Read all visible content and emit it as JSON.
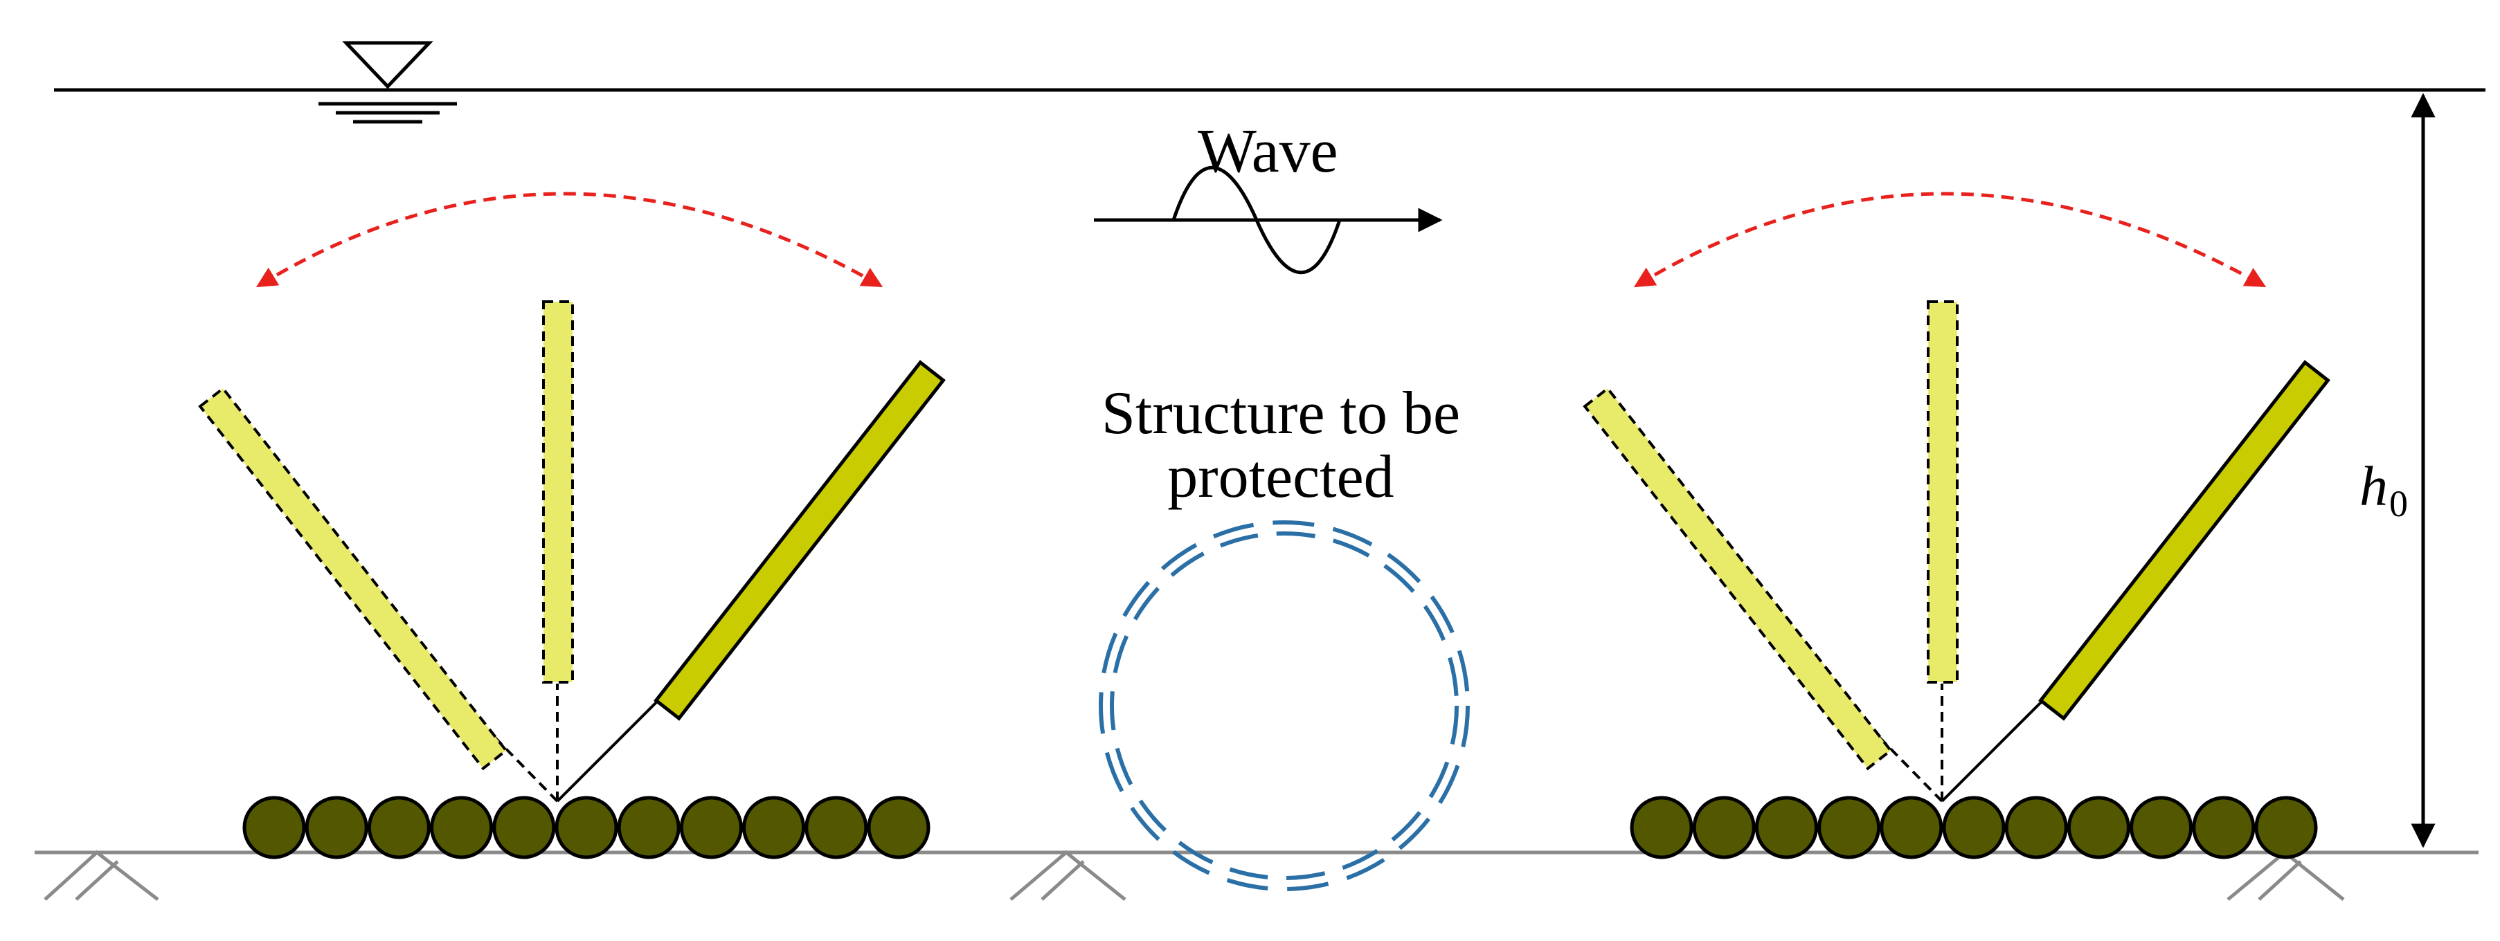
{
  "labels": {
    "wave": "Wave",
    "structure": "Structure to be protected",
    "depth_symbol": "h",
    "depth_subscript": "0"
  },
  "colors": {
    "ink": "#000000",
    "seabed_line": "#8a8a8a",
    "swing_arrow": "#e8211d",
    "flap_active_fill": "#c8cc00",
    "flap_ghost_fill": "#e8ea6a",
    "base_cylinder_fill": "#525700",
    "structure_outline": "#2a6fa6"
  },
  "icons": {
    "water_surface_marker": "inverted-triangle-water-level-icon",
    "seabed_marker": "seabed-hatch-icon",
    "wave_symbol": "sine-wave-arrow-icon"
  },
  "units": [
    {
      "name": "left-flap-unit",
      "cylinder_count": 11
    },
    {
      "name": "right-flap-unit",
      "cylinder_count": 11
    }
  ]
}
